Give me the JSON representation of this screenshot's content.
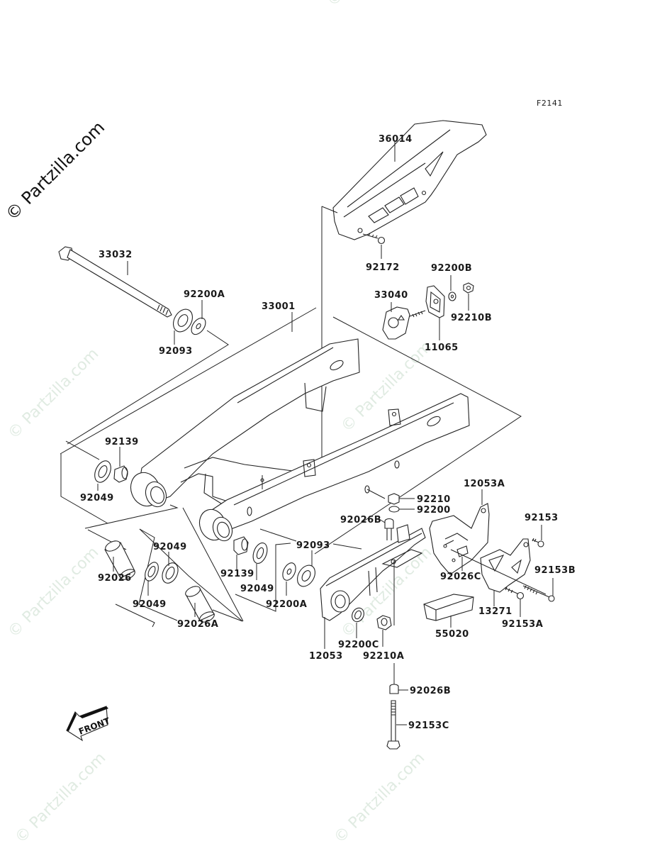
{
  "figure_code": "F2141",
  "watermark": {
    "main": "© Partzilla.com",
    "faint": "© Partzilla.com"
  },
  "front_indicator": "FRONT",
  "parts": {
    "p36014": "36014",
    "p92172": "92172",
    "p92200B": "92200B",
    "p33040": "33040",
    "p92210B": "92210B",
    "p11065": "11065",
    "p33032": "33032",
    "p92200A_top": "92200A",
    "p92093_top": "92093",
    "p33001": "33001",
    "p92139_left": "92139",
    "p92049_left": "92049",
    "p92210": "92210",
    "p92200": "92200",
    "p12053A": "12053A",
    "p92026B_top": "92026B",
    "p92153": "92153",
    "p92093_mid": "92093",
    "p92049_a": "92049",
    "p92026": "92026",
    "p92139_mid": "92139",
    "p92026C": "92026C",
    "p92153B": "92153B",
    "p92049_b": "92049",
    "p92049_c": "92049",
    "p92200A_mid": "92200A",
    "p13271": "13271",
    "p92153A": "92153A",
    "p92026A": "92026A",
    "p55020": "55020",
    "p12053": "12053",
    "p92200C": "92200C",
    "p92210A": "92210A",
    "p92026B_bottom": "92026B",
    "p92153C": "92153C"
  }
}
